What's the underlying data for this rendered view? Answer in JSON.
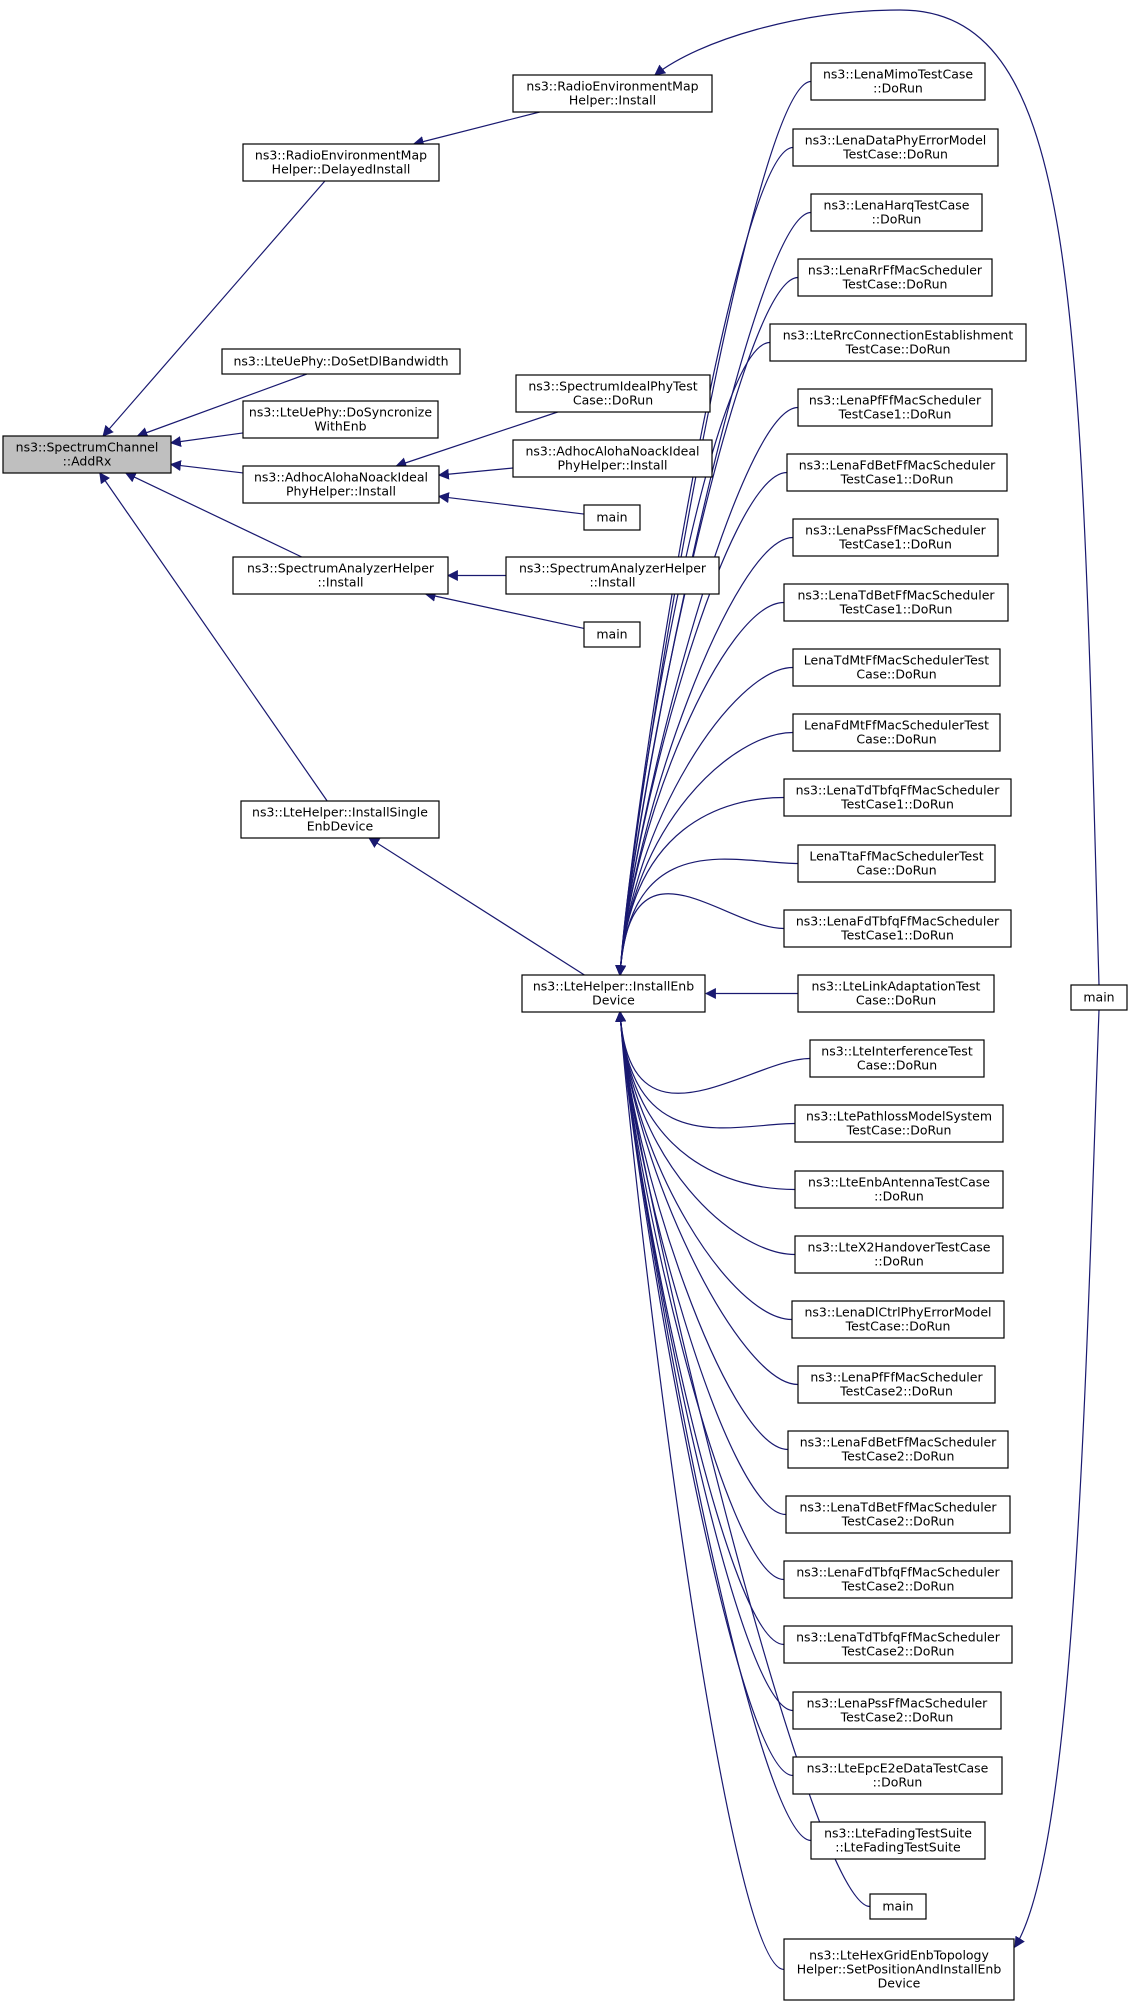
{
  "graph": {
    "title": "",
    "root": "n0",
    "edge_color": "#191970",
    "root_fill": "#bfbfbf",
    "nodes": [
      {
        "id": "n0",
        "lines": [
          "ns3::SpectrumChannel",
          "::AddRx"
        ],
        "root": true
      },
      {
        "id": "n1",
        "lines": [
          "ns3::RadioEnvironmentMap",
          "Helper::DelayedInstall"
        ]
      },
      {
        "id": "n2",
        "lines": [
          "ns3::RadioEnvironmentMap",
          "Helper::Install"
        ]
      },
      {
        "id": "n3",
        "lines": [
          "ns3::LteUePhy::DoSetDlBandwidth"
        ]
      },
      {
        "id": "n4",
        "lines": [
          "ns3::LteUePhy::DoSyncronize",
          "WithEnb"
        ]
      },
      {
        "id": "n5",
        "lines": [
          "ns3::AdhocAlohaNoackIdeal",
          "PhyHelper::Install"
        ]
      },
      {
        "id": "n6",
        "lines": [
          "ns3::SpectrumIdealPhyTest",
          "Case::DoRun"
        ]
      },
      {
        "id": "n7",
        "lines": [
          "ns3::AdhocAlohaNoackIdeal",
          "PhyHelper::Install"
        ]
      },
      {
        "id": "n8",
        "lines": [
          "main"
        ]
      },
      {
        "id": "n9",
        "lines": [
          "ns3::SpectrumAnalyzerHelper",
          "::Install"
        ]
      },
      {
        "id": "n10",
        "lines": [
          "ns3::SpectrumAnalyzerHelper",
          "::Install"
        ]
      },
      {
        "id": "n11",
        "lines": [
          "main"
        ]
      },
      {
        "id": "n12",
        "lines": [
          "ns3::LteHelper::InstallSingle",
          "EnbDevice"
        ]
      },
      {
        "id": "n13",
        "lines": [
          "ns3::LteHelper::InstallEnb",
          "Device"
        ]
      },
      {
        "id": "n14",
        "lines": [
          "main"
        ]
      },
      {
        "id": "t0",
        "lines": [
          "ns3::LenaMimoTestCase",
          "::DoRun"
        ]
      },
      {
        "id": "t1",
        "lines": [
          "ns3::LenaDataPhyErrorModel",
          "TestCase::DoRun"
        ]
      },
      {
        "id": "t2",
        "lines": [
          "ns3::LenaHarqTestCase",
          "::DoRun"
        ]
      },
      {
        "id": "t3",
        "lines": [
          "ns3::LenaRrFfMacScheduler",
          "TestCase::DoRun"
        ]
      },
      {
        "id": "t4",
        "lines": [
          "ns3::LteRrcConnectionEstablishment",
          "TestCase::DoRun"
        ]
      },
      {
        "id": "t5",
        "lines": [
          "ns3::LenaPfFfMacScheduler",
          "TestCase1::DoRun"
        ]
      },
      {
        "id": "t6",
        "lines": [
          "ns3::LenaFdBetFfMacScheduler",
          "TestCase1::DoRun"
        ]
      },
      {
        "id": "t7",
        "lines": [
          "ns3::LenaPssFfMacScheduler",
          "TestCase1::DoRun"
        ]
      },
      {
        "id": "t8",
        "lines": [
          "ns3::LenaTdBetFfMacScheduler",
          "TestCase1::DoRun"
        ]
      },
      {
        "id": "t9",
        "lines": [
          "LenaTdMtFfMacSchedulerTest",
          "Case::DoRun"
        ]
      },
      {
        "id": "t10",
        "lines": [
          "LenaFdMtFfMacSchedulerTest",
          "Case::DoRun"
        ]
      },
      {
        "id": "t11",
        "lines": [
          "ns3::LenaTdTbfqFfMacScheduler",
          "TestCase1::DoRun"
        ]
      },
      {
        "id": "t12",
        "lines": [
          "LenaTtaFfMacSchedulerTest",
          "Case::DoRun"
        ]
      },
      {
        "id": "t13",
        "lines": [
          "ns3::LenaFdTbfqFfMacScheduler",
          "TestCase1::DoRun"
        ]
      },
      {
        "id": "t14",
        "lines": [
          "ns3::LteLinkAdaptationTest",
          "Case::DoRun"
        ]
      },
      {
        "id": "t15",
        "lines": [
          "ns3::LteInterferenceTest",
          "Case::DoRun"
        ]
      },
      {
        "id": "t16",
        "lines": [
          "ns3::LtePathlossModelSystem",
          "TestCase::DoRun"
        ]
      },
      {
        "id": "t17",
        "lines": [
          "ns3::LteEnbAntennaTestCase",
          "::DoRun"
        ]
      },
      {
        "id": "t18",
        "lines": [
          "ns3::LteX2HandoverTestCase",
          "::DoRun"
        ]
      },
      {
        "id": "t19",
        "lines": [
          "ns3::LenaDlCtrlPhyErrorModel",
          "TestCase::DoRun"
        ]
      },
      {
        "id": "t20",
        "lines": [
          "ns3::LenaPfFfMacScheduler",
          "TestCase2::DoRun"
        ]
      },
      {
        "id": "t21",
        "lines": [
          "ns3::LenaFdBetFfMacScheduler",
          "TestCase2::DoRun"
        ]
      },
      {
        "id": "t22",
        "lines": [
          "ns3::LenaTdBetFfMacScheduler",
          "TestCase2::DoRun"
        ]
      },
      {
        "id": "t23",
        "lines": [
          "ns3::LenaFdTbfqFfMacScheduler",
          "TestCase2::DoRun"
        ]
      },
      {
        "id": "t24",
        "lines": [
          "ns3::LenaTdTbfqFfMacScheduler",
          "TestCase2::DoRun"
        ]
      },
      {
        "id": "t25",
        "lines": [
          "ns3::LenaPssFfMacScheduler",
          "TestCase2::DoRun"
        ]
      },
      {
        "id": "t26",
        "lines": [
          "ns3::LteEpcE2eDataTestCase",
          "::DoRun"
        ]
      },
      {
        "id": "t27",
        "lines": [
          "ns3::LteFadingTestSuite",
          "::LteFadingTestSuite"
        ]
      },
      {
        "id": "t28",
        "lines": [
          "main"
        ]
      },
      {
        "id": "t29",
        "lines": [
          "ns3::LteHexGridEnbTopology",
          "Helper::SetPositionAndInstallEnb",
          "Device"
        ]
      }
    ],
    "edges": [
      [
        "n1",
        "n0"
      ],
      [
        "n3",
        "n0"
      ],
      [
        "n4",
        "n0"
      ],
      [
        "n5",
        "n0"
      ],
      [
        "n9",
        "n0"
      ],
      [
        "n12",
        "n0"
      ],
      [
        "n2",
        "n1"
      ],
      [
        "n14",
        "n2"
      ],
      [
        "n6",
        "n5"
      ],
      [
        "n7",
        "n5"
      ],
      [
        "n8",
        "n5"
      ],
      [
        "n10",
        "n9"
      ],
      [
        "n11",
        "n9"
      ],
      [
        "n13",
        "n12"
      ],
      [
        "t0",
        "n13"
      ],
      [
        "t1",
        "n13"
      ],
      [
        "t2",
        "n13"
      ],
      [
        "t3",
        "n13"
      ],
      [
        "t4",
        "n13"
      ],
      [
        "t5",
        "n13"
      ],
      [
        "t6",
        "n13"
      ],
      [
        "t7",
        "n13"
      ],
      [
        "t8",
        "n13"
      ],
      [
        "t9",
        "n13"
      ],
      [
        "t10",
        "n13"
      ],
      [
        "t11",
        "n13"
      ],
      [
        "t12",
        "n13"
      ],
      [
        "t13",
        "n13"
      ],
      [
        "t14",
        "n13"
      ],
      [
        "t15",
        "n13"
      ],
      [
        "t16",
        "n13"
      ],
      [
        "t17",
        "n13"
      ],
      [
        "t18",
        "n13"
      ],
      [
        "t19",
        "n13"
      ],
      [
        "t20",
        "n13"
      ],
      [
        "t21",
        "n13"
      ],
      [
        "t22",
        "n13"
      ],
      [
        "t23",
        "n13"
      ],
      [
        "t24",
        "n13"
      ],
      [
        "t25",
        "n13"
      ],
      [
        "t26",
        "n13"
      ],
      [
        "t27",
        "n13"
      ],
      [
        "t28",
        "n13"
      ],
      [
        "t29",
        "n13"
      ],
      [
        "n14",
        "t29"
      ]
    ]
  }
}
